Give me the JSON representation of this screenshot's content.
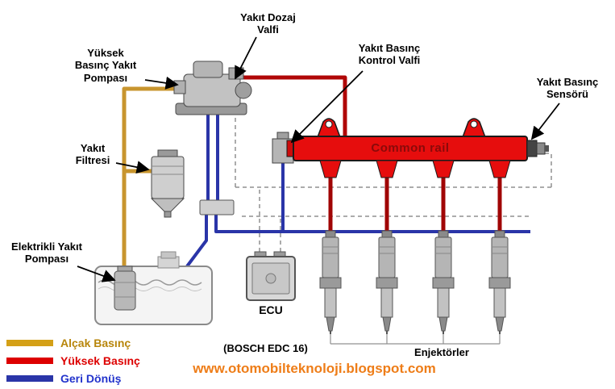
{
  "labels": {
    "dosing_valve": "Yakıt Dozaj\nValfi",
    "hp_pump": "Yüksek\nBasınç Yakıt\nPompası",
    "pressure_control_valve": "Yakıt Basınç\nKontrol Valfi",
    "pressure_sensor": "Yakıt Basınç\nSensörü",
    "fuel_filter": "Yakıt\nFiltresi",
    "electric_pump": "Elektrikli Yakıt\nPompası",
    "common_rail": "Common rail",
    "ecu": "ECU",
    "injectors": "Enjektörler",
    "system_name": "(BOSCH EDC 16)",
    "website": "www.otomobilteknoloji.blogspot.com"
  },
  "legend": {
    "items": [
      {
        "label": "Alçak Basınç",
        "color": "#d4a017"
      },
      {
        "label": "Yüksek Basınç",
        "color": "#dd0000"
      },
      {
        "label": "Geri Dönüş",
        "color": "#2a35a8"
      }
    ]
  },
  "colors": {
    "low_pressure_line": "#c8952e",
    "high_pressure_line": "#b00707",
    "return_line": "#2a35a8",
    "rail_fill": "#e60d0d",
    "website_text": "#ee7d18"
  }
}
